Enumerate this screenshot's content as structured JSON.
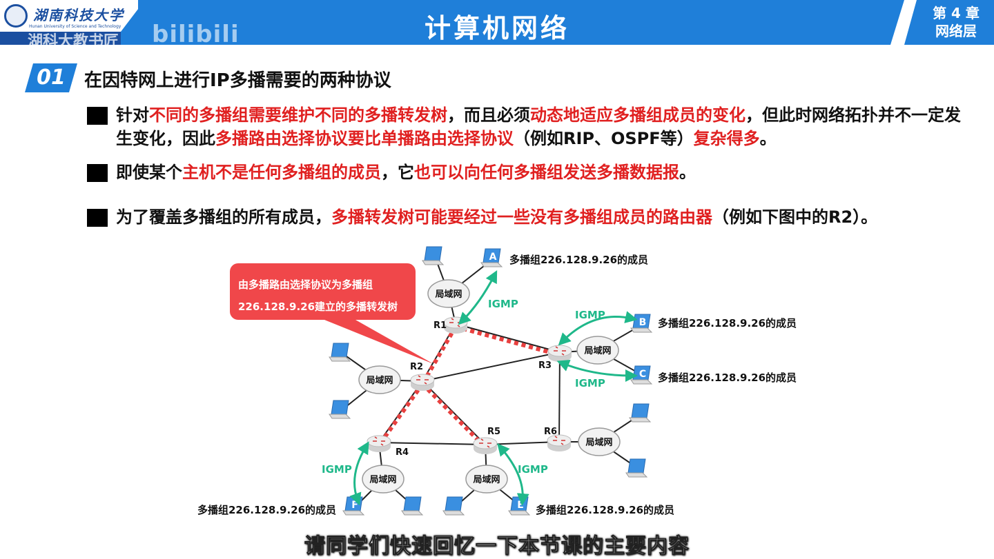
{
  "header": {
    "university_cn": "湖南科技大学",
    "university_en": "Hunan University of Science and Technology",
    "watermark_cn": "湖科大教书匠",
    "watermark_brand": "bilibili",
    "title": "计算机网络",
    "chapter": "第 4 章",
    "chapter_name": "网络层"
  },
  "section": {
    "number": "01",
    "title": "在因特网上进行IP多播需要的两种协议"
  },
  "bullets": [
    [
      {
        "t": "针对"
      },
      {
        "t": "不同的多播组需要维护不同的多播转发树",
        "red": true
      },
      {
        "t": "，而且必须"
      },
      {
        "t": "动态地适应多播组成员的变化",
        "red": true
      },
      {
        "t": "，但此时网络拓扑并不一定发生变化，因此"
      },
      {
        "t": "多播路由选择协议要比单播路由选择协议",
        "red": true
      },
      {
        "t": "（例如RIP、OSPF等）"
      },
      {
        "t": "复杂得多",
        "red": true
      },
      {
        "t": "。"
      }
    ],
    [
      {
        "t": "即使某个"
      },
      {
        "t": "主机不是任何多播组的成员",
        "red": true
      },
      {
        "t": "，它"
      },
      {
        "t": "也可以向任何多播组发送多播数据报",
        "red": true
      },
      {
        "t": "。"
      }
    ],
    [
      {
        "t": "为了覆盖多播组的所有成员，"
      },
      {
        "t": "多播转发树可能要经过一些没有多播组成员的路由器",
        "red": true
      },
      {
        "t": "（例如下图中的R2）。"
      }
    ]
  ],
  "diagram": {
    "callout": [
      "由多播路由选择协议为多播组",
      "226.128.9.26建立的多播转发树"
    ],
    "routers": [
      "R1",
      "R2",
      "R3",
      "R4",
      "R5",
      "R6"
    ],
    "lan_label": "局域网",
    "igmp_label": "IGMP",
    "member_label": "多播组226.128.9.26的成员",
    "hosts": [
      "A",
      "B",
      "C",
      "E",
      "F"
    ],
    "colors": {
      "tree": "#e8403f",
      "igmp": "#1fb88a",
      "callout": "#f0474a",
      "laptop": "#3a8fe0"
    }
  },
  "subtitle": "请同学们快速回忆一下本节课的主要内容"
}
